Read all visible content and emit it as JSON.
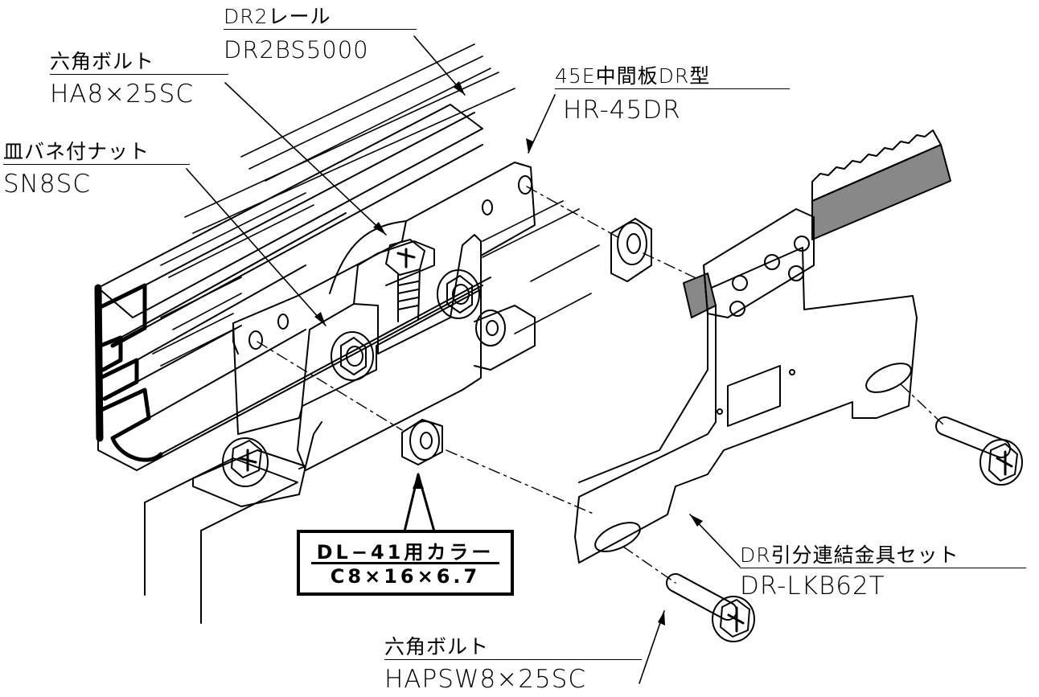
{
  "labels": {
    "rail": {
      "name": "DR2レール",
      "code": "DR2BS5000"
    },
    "bolt_top": {
      "name": "六角ボルト",
      "code": "HA8×25SC"
    },
    "nut": {
      "name": "皿バネ付ナット",
      "code": "SN8SC"
    },
    "plate": {
      "name": "45E中間板DR型",
      "code": "HR-45DR"
    },
    "bracket": {
      "name": "DR引分連結金具セット",
      "code": "DR-LKB62T"
    },
    "bolt_bottom": {
      "name": "六角ボルト",
      "code": "HAPSW8×25SC"
    },
    "collar": {
      "name": "DL−41用カラー",
      "code": "C8×16×6.7"
    }
  }
}
